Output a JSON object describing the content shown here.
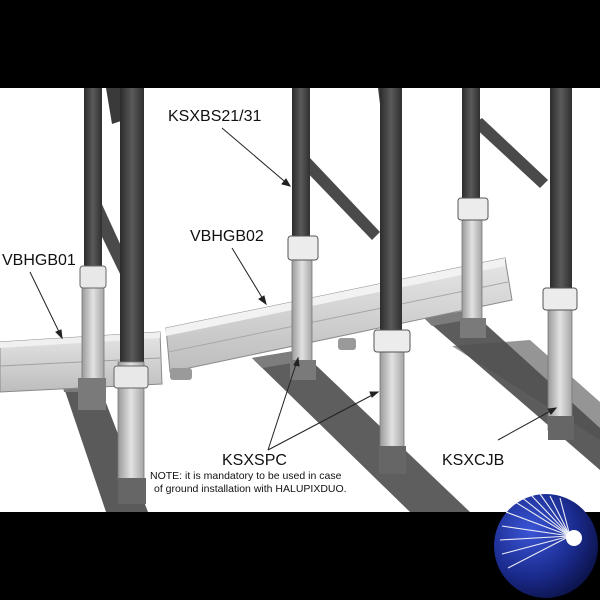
{
  "labels": {
    "ksxbs": "KSXBS21/31",
    "vbhgb02": "VBHGB02",
    "vbhgb01": "VBHGB01",
    "ksxspc": "KSXSPC",
    "ksxcjb": "KSXCJB"
  },
  "note": {
    "line1": "NOTE: it is mandatory to be used in case",
    "line2": "of ground installation with HALUPIXDUO."
  },
  "colors": {
    "background_band": "#000000",
    "drawing_background": "#ffffff",
    "dark_post": "#3d3d3d",
    "light_post": "#c4c4c4",
    "beam": "#d2d2d2",
    "base_track": "#595959",
    "logo_blue": "#1a2a8c"
  }
}
